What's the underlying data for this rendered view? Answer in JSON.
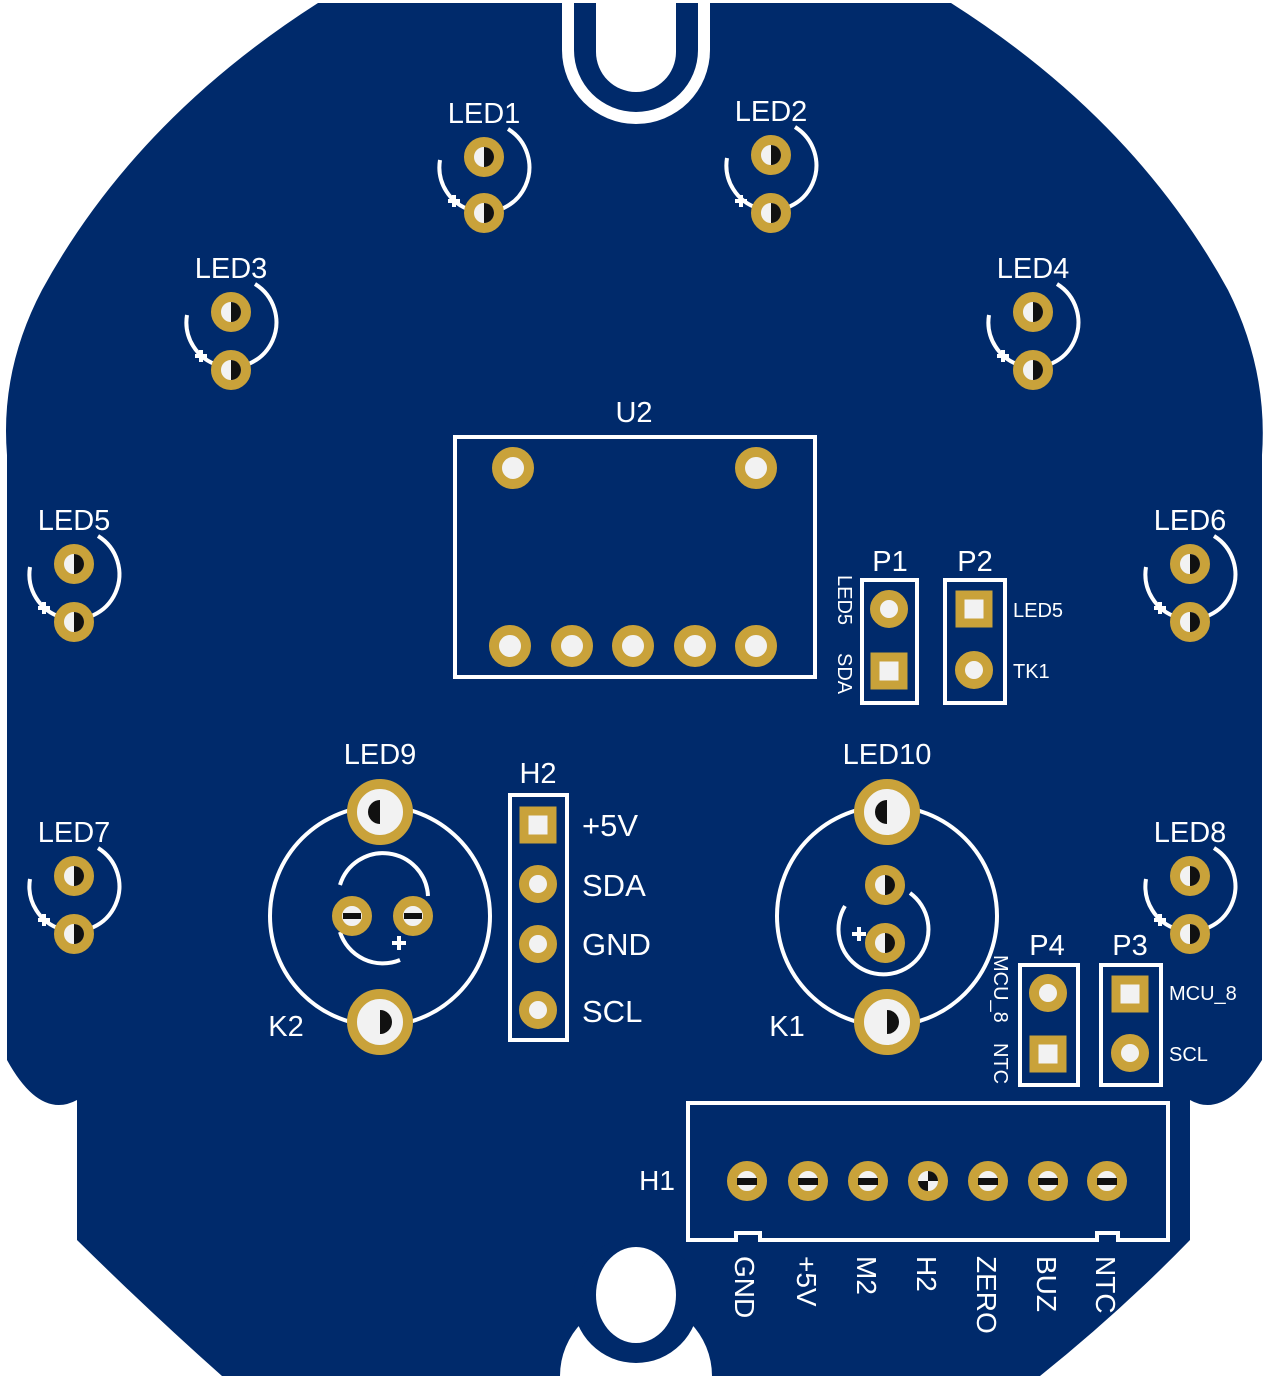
{
  "board": {
    "colors": {
      "substrate": "#002a6b",
      "silkscreen": "#ffffff",
      "copper": "#c9a23a",
      "drill": "#f2f2f2"
    }
  },
  "leds": [
    {
      "id": "led1",
      "label": "LED1"
    },
    {
      "id": "led2",
      "label": "LED2"
    },
    {
      "id": "led3",
      "label": "LED3"
    },
    {
      "id": "led4",
      "label": "LED4"
    },
    {
      "id": "led5",
      "label": "LED5"
    },
    {
      "id": "led6",
      "label": "LED6"
    },
    {
      "id": "led7",
      "label": "LED7"
    },
    {
      "id": "led8",
      "label": "LED8"
    }
  ],
  "u2": {
    "label": "U2"
  },
  "p1": {
    "label": "P1",
    "pins": [
      "LED5",
      "SDA"
    ]
  },
  "p2": {
    "label": "P2",
    "pins": [
      "LED5",
      "TK1"
    ]
  },
  "p3": {
    "label": "P3",
    "pins": [
      "MCU_8",
      "SCL"
    ]
  },
  "p4": {
    "label": "P4",
    "pins": [
      "MCU_8",
      "NTC"
    ]
  },
  "led9": {
    "label": "LED9"
  },
  "led10": {
    "label": "LED10"
  },
  "k1": {
    "label": "K1"
  },
  "k2": {
    "label": "K2"
  },
  "h2": {
    "label": "H2",
    "pins": [
      "+5V",
      "SDA",
      "GND",
      "SCL"
    ]
  },
  "h1": {
    "label": "H1",
    "pins": [
      "GND",
      "+5V",
      "M2",
      "H2",
      "ZERO",
      "BUZ",
      "NTC"
    ]
  }
}
